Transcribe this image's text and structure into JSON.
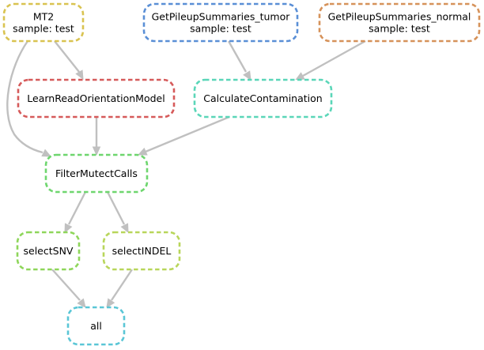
{
  "diagram": {
    "nodes": [
      {
        "id": "mt2",
        "lines": [
          "MT2",
          "sample: test"
        ],
        "color": "#d9c350"
      },
      {
        "id": "gps_tumor",
        "lines": [
          "GetPileupSummaries_tumor",
          "sample: test"
        ],
        "color": "#5a8fd6"
      },
      {
        "id": "gps_normal",
        "lines": [
          "GetPileupSummaries_normal",
          "sample: test"
        ],
        "color": "#d6925a"
      },
      {
        "id": "learn",
        "lines": [
          "LearnReadOrientationModel"
        ],
        "color": "#d65a5a"
      },
      {
        "id": "calc",
        "lines": [
          "CalculateContamination"
        ],
        "color": "#5ad6b8"
      },
      {
        "id": "filter",
        "lines": [
          "FilterMutectCalls"
        ],
        "color": "#6ed66e"
      },
      {
        "id": "snv",
        "lines": [
          "selectSNV"
        ],
        "color": "#8ed65a"
      },
      {
        "id": "indel",
        "lines": [
          "selectINDEL"
        ],
        "color": "#b8d65a"
      },
      {
        "id": "all",
        "lines": [
          "all"
        ],
        "color": "#5ac6d6"
      }
    ],
    "edges": [
      {
        "from": "mt2",
        "to": "learn"
      },
      {
        "from": "mt2",
        "to": "filter"
      },
      {
        "from": "gps_tumor",
        "to": "calc"
      },
      {
        "from": "gps_normal",
        "to": "calc"
      },
      {
        "from": "learn",
        "to": "filter"
      },
      {
        "from": "calc",
        "to": "filter"
      },
      {
        "from": "filter",
        "to": "snv"
      },
      {
        "from": "filter",
        "to": "indel"
      },
      {
        "from": "snv",
        "to": "all"
      },
      {
        "from": "indel",
        "to": "all"
      }
    ]
  }
}
